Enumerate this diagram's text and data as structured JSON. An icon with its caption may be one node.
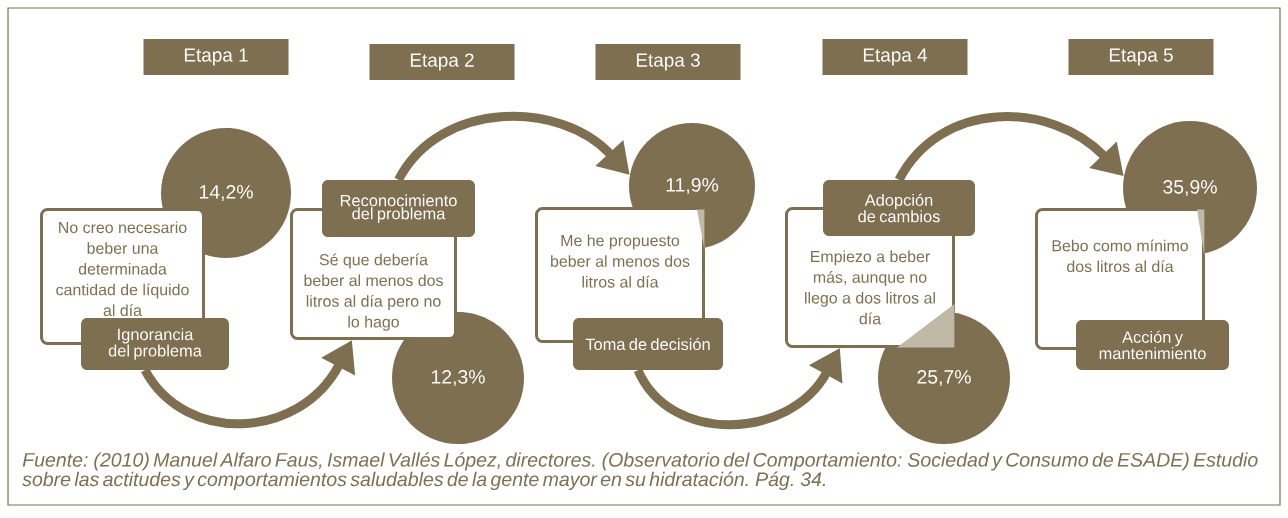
{
  "diagram": {
    "caption": "Fuente: (2010) Manuel Alfaro Faus, Ismael Vallés López, directores. (Observatorio del Comportamiento: Sociedad y Consumo de ESADE) Estudio sobre las actitudes y comportamientos saludables de la gente mayor en su hidratación. Pág. 34.",
    "nodes": [
      {
        "text": [
          "Etapa 1"
        ]
      },
      {
        "text": [
          "Etapa 2"
        ]
      },
      {
        "text": [
          "Etapa 3"
        ]
      },
      {
        "text": [
          "Etapa 4"
        ]
      },
      {
        "text": [
          "Etapa 5"
        ]
      },
      {
        "text": [
          "14,2%"
        ]
      },
      {
        "text": [
          "No creo necesario beber una determinada cantidad de líquido al día"
        ]
      },
      {
        "text": [
          "Ignorancia del problema"
        ]
      },
      {
        "text": [
          "12,3%"
        ]
      },
      {
        "text": [
          "Sé que debería beber al menos dos litros al día pero no lo hago"
        ]
      },
      {
        "text": [
          "Reconocimiento del problema"
        ]
      },
      {
        "text": [
          "11,9%"
        ]
      },
      {
        "text": [
          "Me he propuesto beber al menos dos litros al día"
        ]
      },
      {
        "text": [
          "Toma de decisión"
        ]
      },
      {
        "text": [
          "25,7%"
        ]
      },
      {
        "text": [
          "Empiezo a beber más, aunque no llego a dos litros al día"
        ]
      },
      {
        "text": [
          "Adopción de cambios"
        ]
      },
      {
        "text": [
          "35,9%"
        ]
      },
      {
        "text": [
          "Bebo como mínimo dos litros al día"
        ]
      },
      {
        "text": [
          "Acción y mantenimiento"
        ]
      }
    ],
    "edges": [
      {
        "from": 7,
        "to": 9,
        "arrow": "to"
      },
      {
        "from": 10,
        "to": 11,
        "arrow": "to"
      },
      {
        "from": 13,
        "to": 15,
        "arrow": "to"
      },
      {
        "from": 16,
        "to": 17,
        "arrow": "to"
      }
    ]
  }
}
